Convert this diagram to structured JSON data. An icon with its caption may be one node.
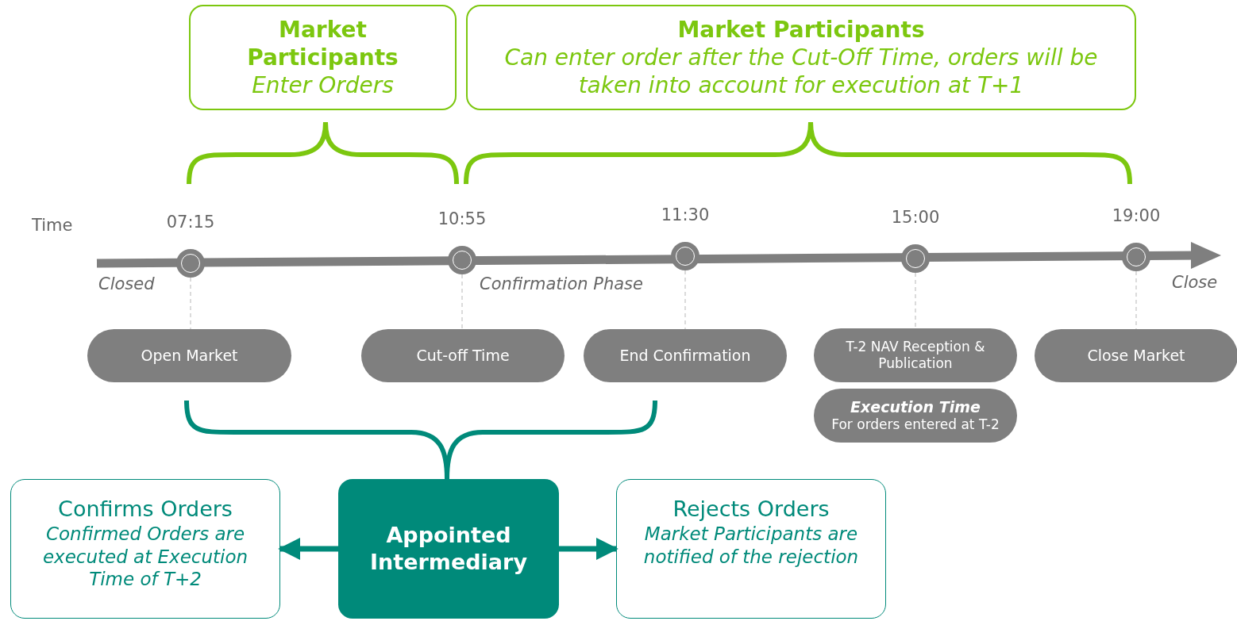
{
  "diagram": {
    "nodes": [
      {
        "text": [
          "Market Participants",
          "Enter Orders"
        ]
      },
      {
        "text": [
          "Market Participants",
          "Can enter order after the Cut-Off Time, orders will be taken into account for execution at T+1"
        ]
      },
      {
        "text": [],
        "shape": "circle",
        "beside": [
          "07:15"
        ]
      },
      {
        "text": [],
        "shape": "circle",
        "beside": [
          "10:55"
        ]
      },
      {
        "text": [],
        "shape": "circle",
        "beside": [
          "11:30"
        ]
      },
      {
        "text": [],
        "shape": "circle",
        "beside": [
          "15:00"
        ]
      },
      {
        "text": [],
        "shape": "circle",
        "beside": [
          "19:00"
        ]
      },
      {
        "text": [
          "Open Market"
        ]
      },
      {
        "text": [
          "Cut-off Time"
        ]
      },
      {
        "text": [
          "End Confirmation"
        ]
      },
      {
        "text": [
          "T-2 NAV Reception & Publication"
        ]
      },
      {
        "text": [
          "Execution Time",
          "For orders entered at T-2"
        ]
      },
      {
        "text": [
          "Close Market"
        ]
      },
      {
        "text": [
          "Appointed Intermediary"
        ]
      },
      {
        "text": [
          "Confirms Orders",
          "Confirmed Orders are executed at Execution Time of T+2"
        ]
      },
      {
        "text": [
          "Rejects Orders",
          "Market Participants are notified of the rejection"
        ]
      }
    ],
    "edges": [
      {
        "from": 2,
        "to": 7,
        "arrow": "none",
        "style": "dashed"
      },
      {
        "from": 3,
        "to": 8,
        "arrow": "none",
        "style": "dashed"
      },
      {
        "from": 4,
        "to": 9,
        "arrow": "none",
        "style": "dashed"
      },
      {
        "from": 5,
        "to": 10,
        "arrow": "none",
        "style": "dashed"
      },
      {
        "from": 6,
        "to": 12,
        "arrow": "none",
        "style": "dashed"
      },
      {
        "from": 13,
        "to": 14,
        "arrow": "to",
        "style": "thick",
        "color": "#008a7a"
      },
      {
        "from": 13,
        "to": 15,
        "arrow": "to",
        "style": "thick",
        "color": "#008a7a"
      }
    ],
    "labels": [
      "Time",
      "Closed",
      "Confirmation Phase",
      "Close"
    ]
  }
}
